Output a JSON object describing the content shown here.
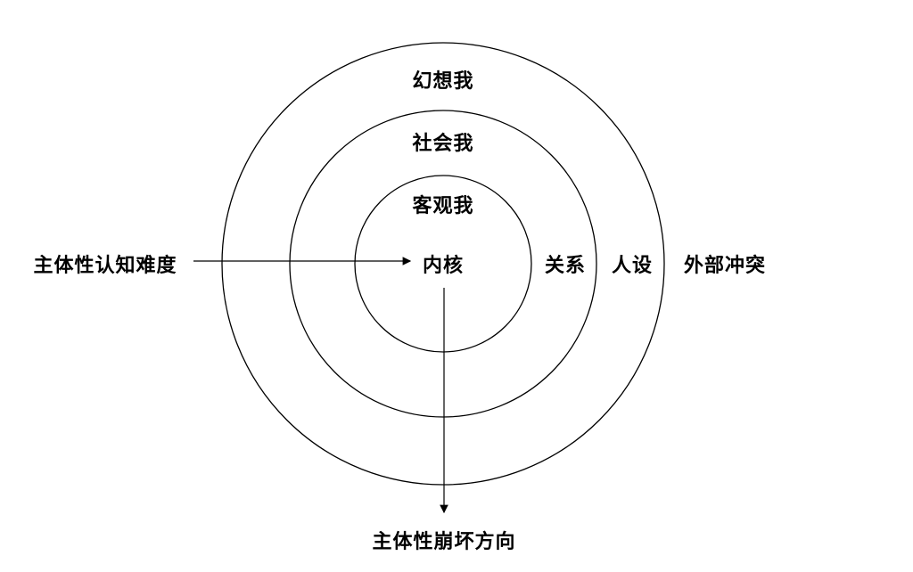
{
  "rings": {
    "outer": "幻想我",
    "middle": "社会我",
    "inner": "客观我",
    "core": "内核"
  },
  "right_labels": {
    "inner_ring": "关系",
    "middle_ring": "人设",
    "outer_ring": "外部冲突"
  },
  "arrows": {
    "left_label": "主体性认知难度",
    "bottom_label": "主体性崩坏方向"
  },
  "colors": {
    "stroke": "#000000",
    "background": "#ffffff"
  }
}
